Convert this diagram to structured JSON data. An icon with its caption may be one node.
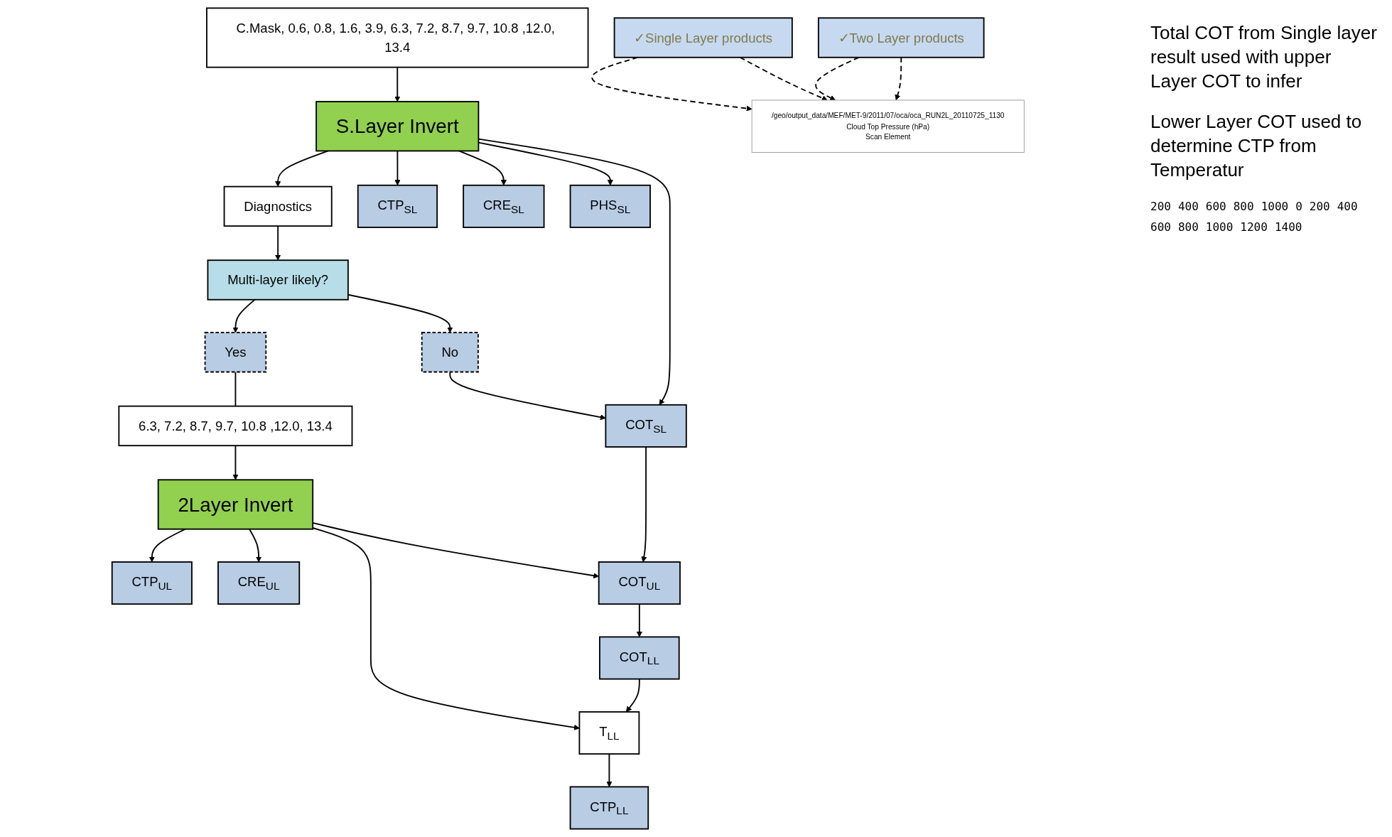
{
  "diagram": {
    "nodes": [
      {
        "text": [
          "C.Mask, 0.6, 0.8, 1.6, 3.9, 6.3, 7.2, 8.7, 9.7, 10.8 ,12.0, 13.4"
        ]
      },
      {
        "text": [
          "S.Layer Invert"
        ]
      },
      {
        "text": [
          "Diagnostics"
        ]
      },
      {
        "text": [
          "Multi-layer likely?"
        ]
      },
      {
        "text": [
          "Yes"
        ]
      },
      {
        "text": [
          "No"
        ]
      },
      {
        "text": [
          "COT$_{SL}$"
        ]
      },
      {
        "text": [
          "CTP$_{SL}$"
        ]
      },
      {
        "text": [
          "CRE$_{SL}$"
        ]
      },
      {
        "text": [
          "PHS$_{SL}$"
        ]
      },
      {
        "text": [
          "✓Single Layer products"
        ]
      },
      {
        "text": [
          "6.3, 7.2, 8.7, 9.7, 10.8 ,12.0, 13.4"
        ]
      },
      {
        "text": [
          "2Layer Invert"
        ]
      },
      {
        "text": [
          "CTP$_{UL}$"
        ]
      },
      {
        "text": [
          "CRE$_{UL}$"
        ]
      },
      {
        "text": [
          "COT$_{UL}$"
        ]
      },
      {
        "text": [
          "T$_{LL}$"
        ]
      },
      {
        "text": [
          "COT$_{LL}$"
        ]
      },
      {
        "text": [
          "CTP$_{LL}$"
        ]
      },
      {
        "text": [
          "✓Two Layer products"
        ]
      },
      {
        "text": [
          "/geo/output_data/MEF/MET-9/2011/07/oca/oca_RUN2L_20110725_1130",
          "Cloud Top Pressure (hPa)",
          "Scan Element"
        ]
      }
    ],
    "edges": [
      {
        "from": 0,
        "to": 1,
        "arrow": "to"
      },
      {
        "from": 1,
        "to": 2,
        "arrow": "to"
      },
      {
        "from": 2,
        "to": 3,
        "arrow": "to"
      },
      {
        "from": 3,
        "to": 4,
        "arrow": "to"
      },
      {
        "from": 3,
        "to": 5,
        "arrow": "to"
      },
      {
        "from": 5,
        "to": 6,
        "arrow": "to"
      },
      {
        "from": 1,
        "to": 6,
        "arrow": "to"
      },
      {
        "from": 1,
        "to": 7,
        "arrow": "to"
      },
      {
        "from": 1,
        "to": 8,
        "arrow": "to"
      },
      {
        "from": 1,
        "to": 9,
        "arrow": "to"
      },
      {
        "from": 4,
        "to": 11,
        "arrow": "none"
      },
      {
        "from": 11,
        "to": 12,
        "arrow": "to"
      },
      {
        "from": 12,
        "to": 13,
        "arrow": "to"
      },
      {
        "from": 12,
        "to": 16,
        "arrow": "to"
      },
      {
        "from": 12,
        "to": 14,
        "arrow": "to"
      },
      {
        "from": 12,
        "to": 15,
        "arrow": "to"
      },
      {
        "from": 6,
        "to": 15,
        "arrow": "to"
      },
      {
        "from": 15,
        "to": 17,
        "arrow": "to"
      },
      {
        "from": 17,
        "to": 16,
        "arrow": "to"
      },
      {
        "from": 16,
        "to": 18,
        "arrow": "to"
      },
      {
        "from": 10,
        "to": 20,
        "arrow": "to",
        "style": "dashed"
      },
      {
        "from": 10,
        "to": 20,
        "arrow": "to",
        "style": "dashed"
      },
      {
        "from": 19,
        "to": 20,
        "arrow": "to",
        "style": "dashed"
      },
      {
        "from": 19,
        "to": 20,
        "arrow": "to",
        "style": "dashed"
      }
    ],
    "labels": [
      "Total COT from Single layer result used with upper Layer COT to infer",
      "Lower Layer COT used to determine CTP from Temperatur",
      "200",
      "400",
      "600",
      "800",
      "1000",
      "0",
      "200",
      "400",
      "600",
      "800",
      "1000",
      "1200",
      "1400"
    ]
  }
}
